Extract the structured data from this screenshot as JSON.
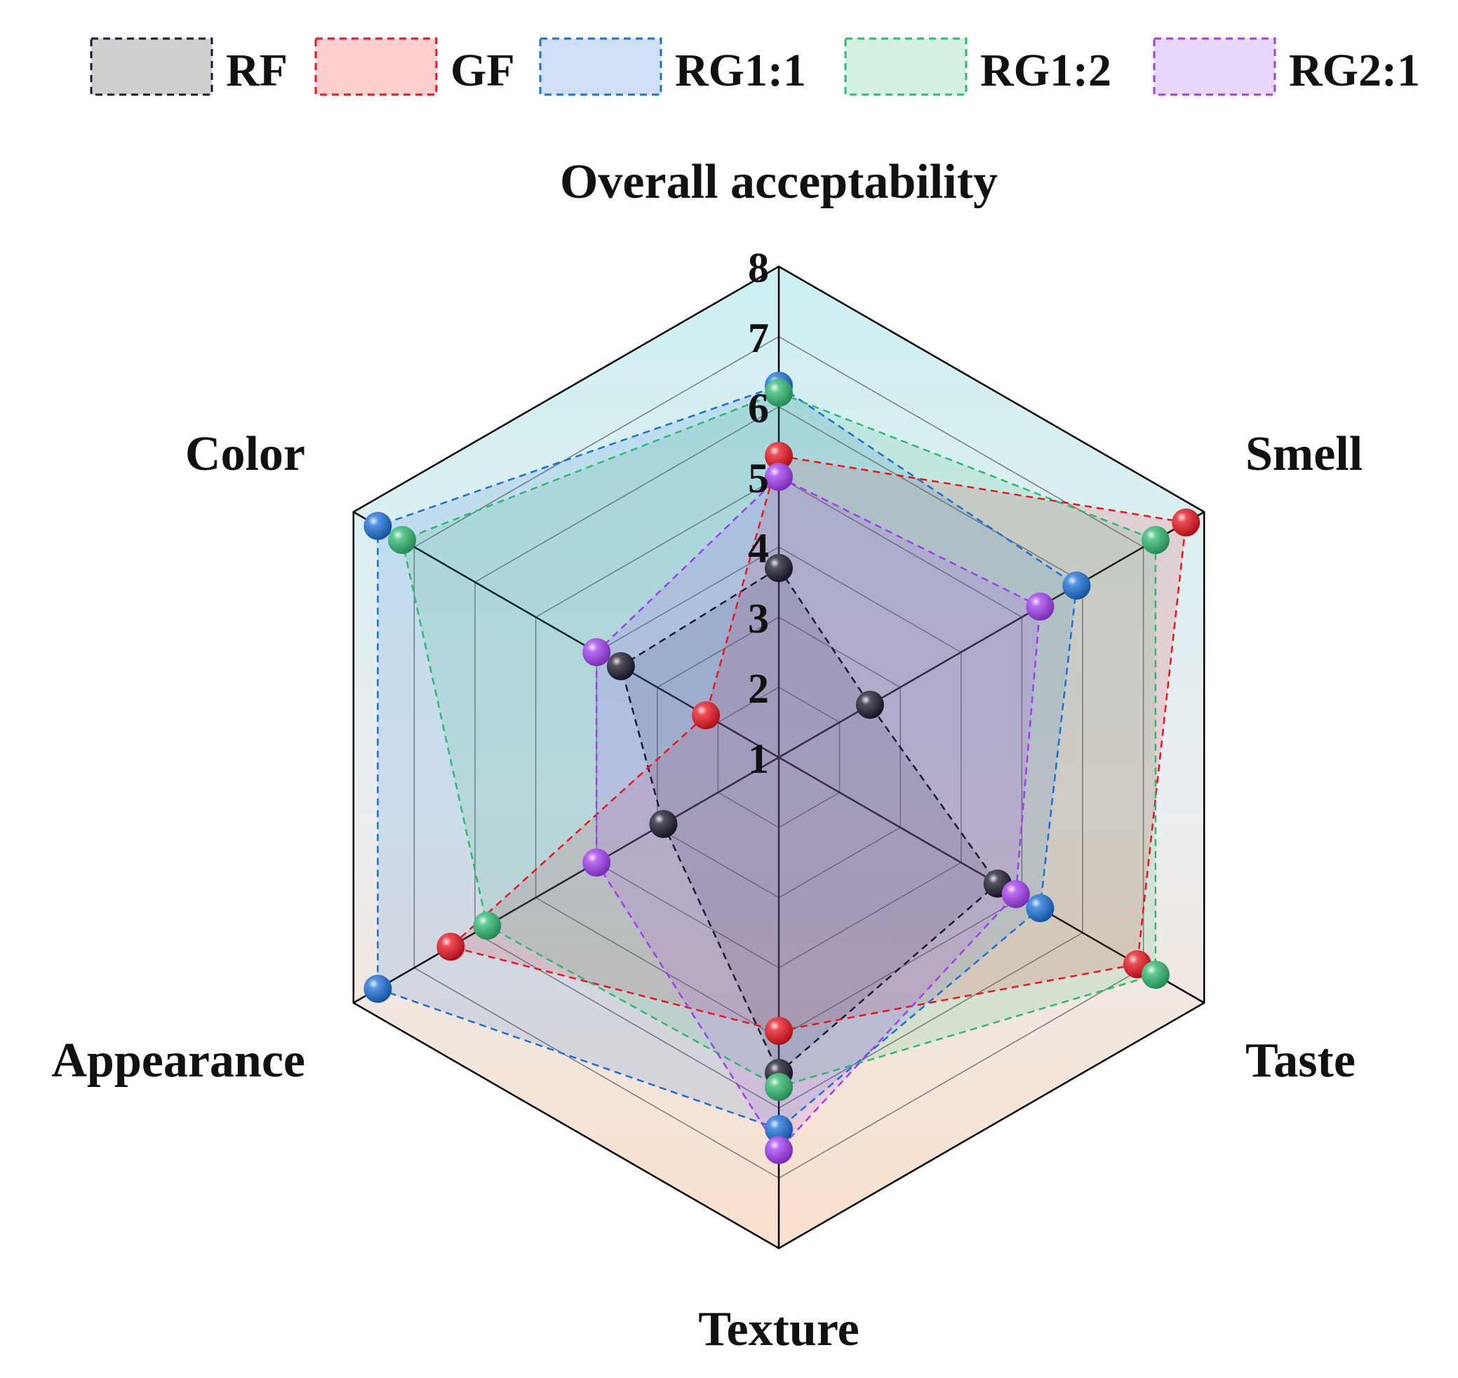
{
  "chart_data": {
    "type": "radar",
    "title": "",
    "axes": [
      "Overall acceptability",
      "Smell",
      "Taste",
      "Texture",
      "Appearance",
      "Color"
    ],
    "r_ticks": [
      "1",
      "2",
      "3",
      "4",
      "5",
      "6",
      "7",
      "8"
    ],
    "r_range": [
      1,
      8
    ],
    "grid": true,
    "legend_position": "top",
    "series": [
      {
        "name": "RF",
        "color": "#1a1a2e",
        "fill": "#cfcfcf",
        "values": [
          3.7,
          2.5,
          4.6,
          5.5,
          2.9,
          3.6
        ]
      },
      {
        "name": "GF",
        "color": "#e8141e",
        "fill": "#ffcfcf",
        "values": [
          5.3,
          7.7,
          6.9,
          4.9,
          6.4,
          2.2
        ]
      },
      {
        "name": "RG1:1",
        "color": "#1a6fd8",
        "fill": "#cfe0f6",
        "values": [
          6.3,
          5.9,
          5.3,
          6.3,
          7.6,
          7.6
        ]
      },
      {
        "name": "RG1:2",
        "color": "#2fb870",
        "fill": "#d4f0e0",
        "values": [
          6.2,
          7.2,
          7.2,
          5.7,
          5.8,
          7.2
        ]
      },
      {
        "name": "RG2:1",
        "color": "#a23cf0",
        "fill": "#e7d8fb",
        "values": [
          5.0,
          5.3,
          4.9,
          6.6,
          4.0,
          4.0
        ]
      }
    ]
  }
}
